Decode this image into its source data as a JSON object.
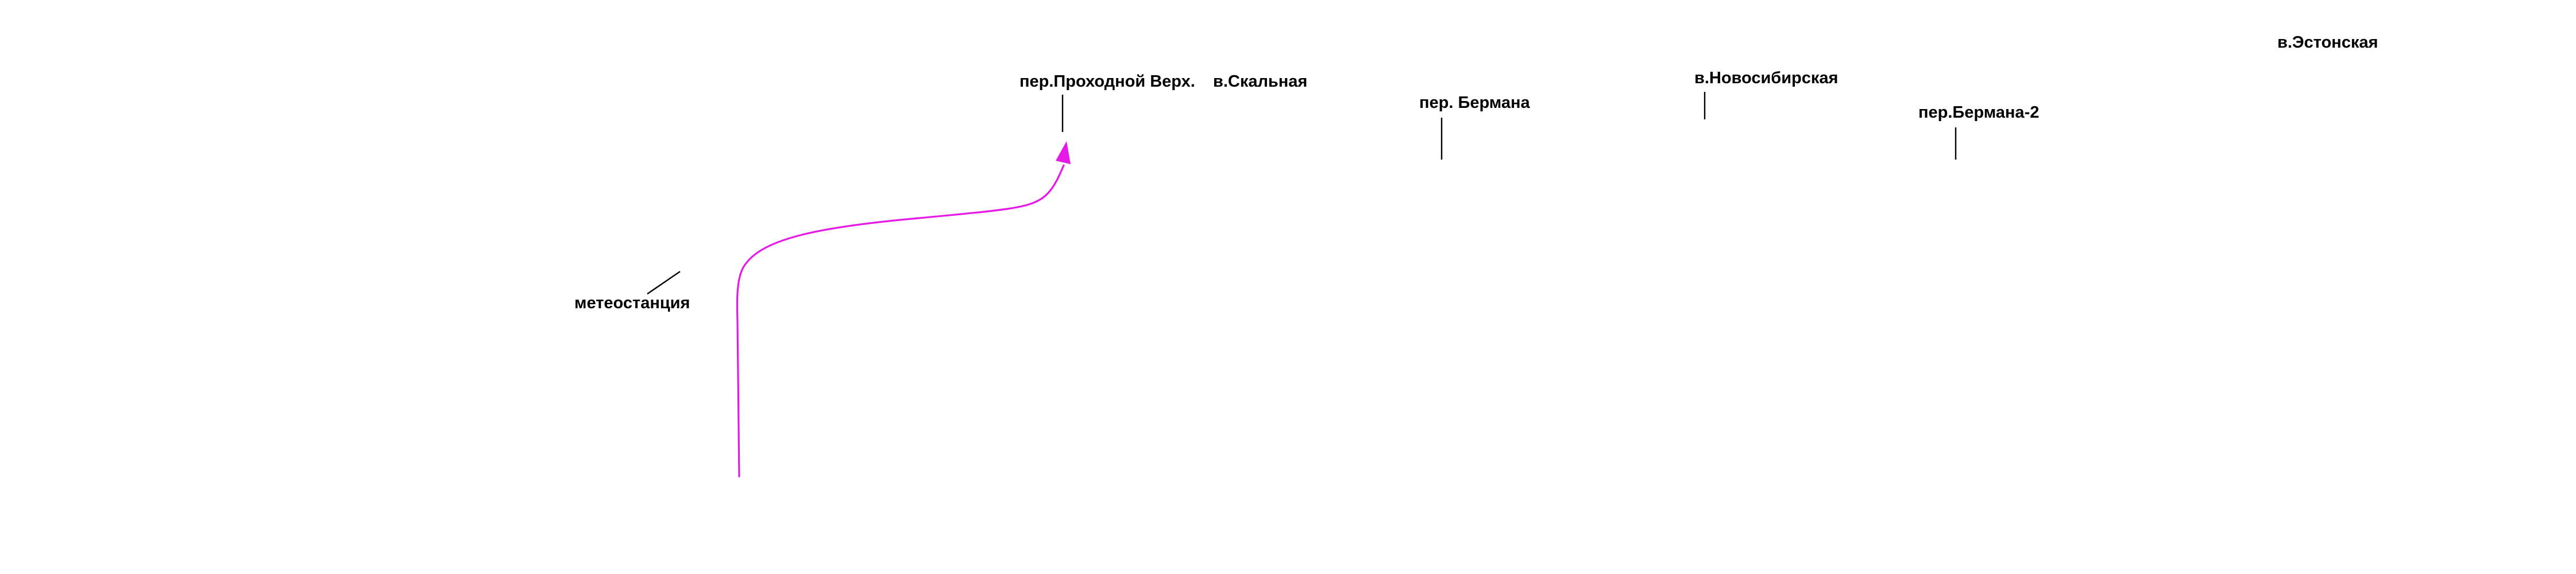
{
  "map": {
    "background_color": "#ffffff",
    "label_color": "#000000",
    "route_color": "#e619e6",
    "labels": {
      "meteostation": "метеостанция",
      "proxodnoy_verkh": "пер.Проходной Верх.",
      "skalnaya": "в.Скальная",
      "bermana": "пер. Бермана",
      "novosibirskaya": "в.Новосибирская",
      "bermana_2": "пер.Бермана-2",
      "estonskaya": "в.Эстонская"
    },
    "route": {
      "description_icon": "arrow-head-icon",
      "from": "метеостанция",
      "to": "пер.Проходной Верх."
    }
  }
}
